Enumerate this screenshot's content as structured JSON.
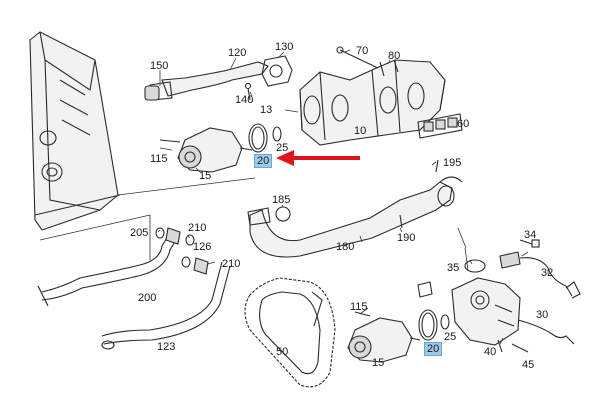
{
  "highlight_color": "#9ec9e8",
  "arrow_color": "#e0141b",
  "labels": {
    "l120": "120",
    "l130": "130",
    "l150": "150",
    "l140": "140",
    "l70": "70",
    "l80": "80",
    "l60": "60",
    "l10": "10",
    "l13": "13",
    "l115a": "115",
    "l15a": "15",
    "l25a": "25",
    "l20a": "20",
    "l195": "195",
    "l185": "185",
    "l180": "180",
    "l190": "190",
    "l205": "205",
    "l210a": "210",
    "l126": "126",
    "l210b": "210",
    "l200": "200",
    "l123": "123",
    "l50": "50",
    "l115b": "115",
    "l15b": "15",
    "l25b": "25",
    "l20b": "20",
    "l35": "35",
    "l34": "34",
    "l32": "32",
    "l30": "30",
    "l40": "40",
    "l45": "45"
  }
}
